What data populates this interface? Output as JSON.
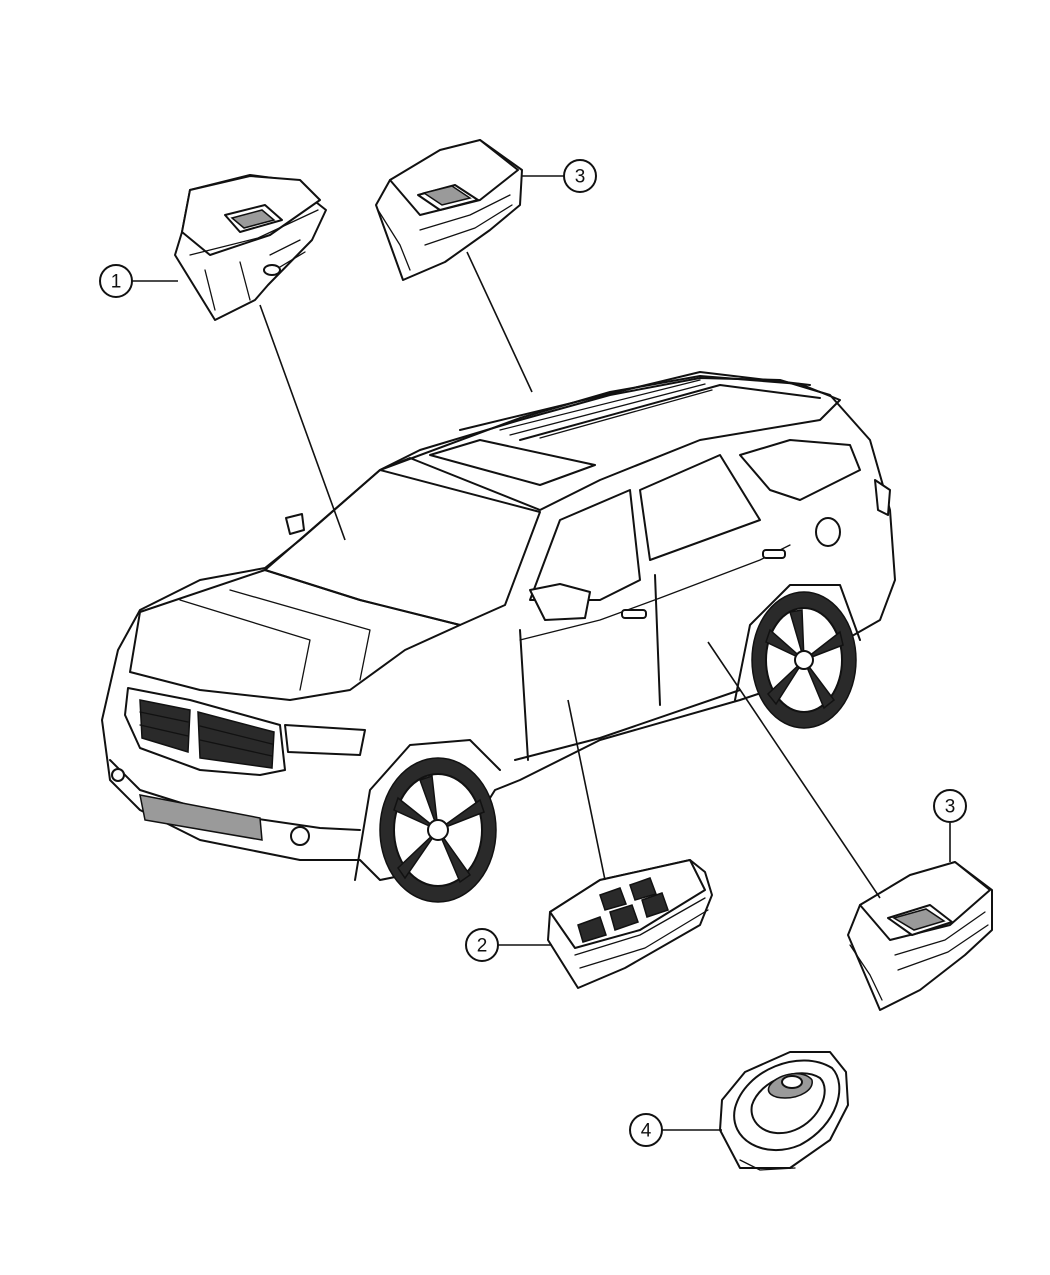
{
  "callouts": [
    {
      "id": "1",
      "label": "1"
    },
    {
      "id": "3a",
      "label": "3"
    },
    {
      "id": "3b",
      "label": "3"
    },
    {
      "id": "2",
      "label": "2"
    },
    {
      "id": "4",
      "label": "4"
    }
  ],
  "colors": {
    "line": "#111111",
    "background": "#ffffff"
  }
}
